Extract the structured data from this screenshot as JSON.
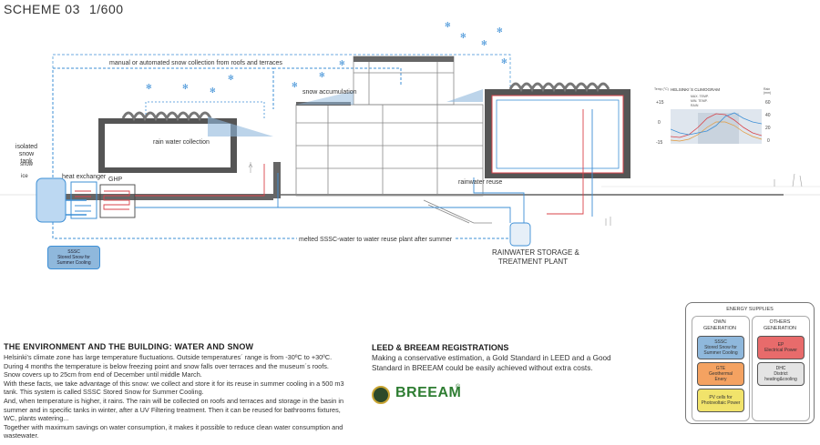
{
  "header": {
    "scheme": "SCHEME 03",
    "scale": "1/600"
  },
  "diagram": {
    "labels": {
      "snow_collection": "manual or automated snow collection from roofs and terraces",
      "snow_accumulation": "snow accumulation",
      "rain_water_collection": "rain water collection",
      "isolated_snow_tank": "isolated snow tank",
      "snow": "snow",
      "ice": "ice",
      "heat_exchanger": "heat exchanger",
      "ghp": "GHP",
      "rainwater_reuse": "rainwater reuse",
      "melted_sssc": "melted SSSC-water to water reuse plant after summer",
      "rainwater_storage": "RAINWATER STORAGE &",
      "treatment_plant": "TREATMENT PLANT"
    },
    "sssc_box": {
      "line1": "SSSC",
      "line2": "Stored Snow for",
      "line3": "Summer Cooling"
    },
    "colors": {
      "snow_blue": "#3d8fd6",
      "heat_red": "#d9434a",
      "tank_blue": "#bcd8f2"
    }
  },
  "climogram": {
    "title": "HELSINKI´S CLIMOGRAM",
    "left_axis_label": "Temp (°C)",
    "right_axis_label": "Rain (mm)",
    "left_ticks": [
      "+15",
      "0",
      "-15"
    ],
    "right_ticks": [
      "60",
      "40",
      "20",
      "0"
    ],
    "legend": [
      "MAX. TEMP.",
      "MIN. TEMP.",
      "RAIN"
    ]
  },
  "environment": {
    "title": "THE ENVIRONMENT AND THE BUILDING: WATER AND SNOW",
    "p1": "Helsinki's climate zone has large temperature fluctuations. Outside temperatures´ range is from -30ºC to +30ºC. During 4 months the temperature is below freezing point and snow falls over terraces and the museum´s roofs. Snow covers up to 25cm from end of December until middle March.",
    "p2": "With these facts, we take advantage of this snow: we collect and store it for its reuse in summer cooling in a 500 m3 tank. This system is called SSSC Stored Snow for Summer Cooling.",
    "p3": "And, when temperature is higher, it rains. The rain will be collected on roofs and terraces and storage in the basin in summer and in specific tanks in winter, after a UV Filtering treatment. Then it can be reused for bathrooms fixtures, WC, plants watering...",
    "p4": "Together with maximum savings on water consumption, it makes it possible to reduce clean water consumption and wastewater."
  },
  "leed": {
    "title": "LEED & BREEAM REGISTRATIONS",
    "text": "Making a conservative estimation, a Gold Standard in LEED and a Good Standard in BREEAM could be easily achieved without extra costs.",
    "breeam_logo": "BREEAM",
    "reg_mark": "®"
  },
  "energy": {
    "title": "ENERGY SUPPLIES",
    "own_generation": [
      "OWN",
      "GENERATION"
    ],
    "others_generation": [
      "OTHERS",
      "GENERATION"
    ],
    "cards": {
      "sssc": {
        "l1": "SSSC",
        "l2": "Stored Snow for",
        "l3": "Summer Cooling"
      },
      "gte": {
        "l1": "GTE",
        "l2": "Geothermal",
        "l3": "Enery"
      },
      "pv": {
        "l1": "PV cells for",
        "l2": "Photovoltaic Power"
      },
      "ep": {
        "l1": "EP",
        "l2": "Electrical Power"
      },
      "dhc": {
        "l1": "DHC",
        "l2": "District",
        "l3": "heating&cooling"
      }
    }
  }
}
